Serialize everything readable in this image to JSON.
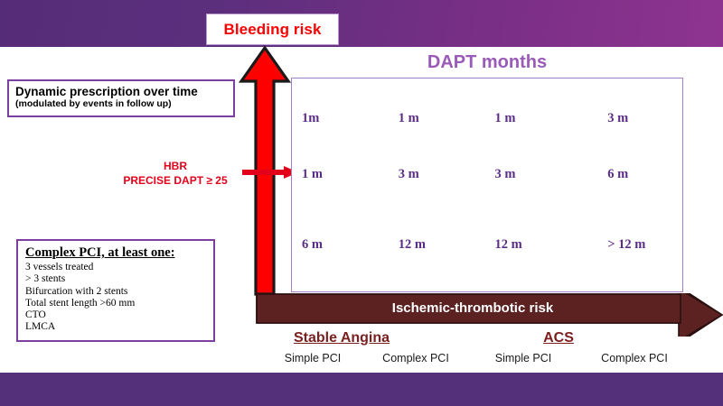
{
  "banner": {
    "title": "Bleeding risk"
  },
  "dynamic_box": {
    "line1": "Dynamic prescription over time",
    "line2": "(modulated by events in follow up)"
  },
  "hbr": {
    "line1": "HBR",
    "line2": "PRECISE DAPT ≥ 25"
  },
  "complex_pci": {
    "title": "Complex PCI, at least one:",
    "items": [
      "3 vessels treated",
      "> 3 stents",
      "Bifurcation with 2 stents",
      "Total stent length >60 mm",
      "CTO",
      "LMCA"
    ]
  },
  "grid": {
    "heading": "DAPT months",
    "rows": [
      [
        "1m",
        "1 m",
        "1 m",
        "3 m"
      ],
      [
        "1 m",
        "3 m",
        "3 m",
        "6 m"
      ],
      [
        "6 m",
        "12 m",
        "12 m",
        "> 12 m"
      ]
    ]
  },
  "ischemic": {
    "label": "Ischemic-thrombotic risk"
  },
  "groups": {
    "stable": "Stable Angina",
    "acs": "ACS",
    "sub": [
      "Simple PCI",
      "Complex PCI",
      "Simple PCI",
      "Complex PCI"
    ]
  },
  "colors": {
    "banner_purple": "#552c78",
    "banner_magenta": "#8e3490",
    "bleeding_red": "#fe0000",
    "hbr_red": "#e2001a",
    "grid_purple": "#5b2d87",
    "heading_purple": "#9a5bb8",
    "box_border": "#7b3fa0",
    "maroon": "#5c2222",
    "group_maroon": "#7b2020"
  }
}
